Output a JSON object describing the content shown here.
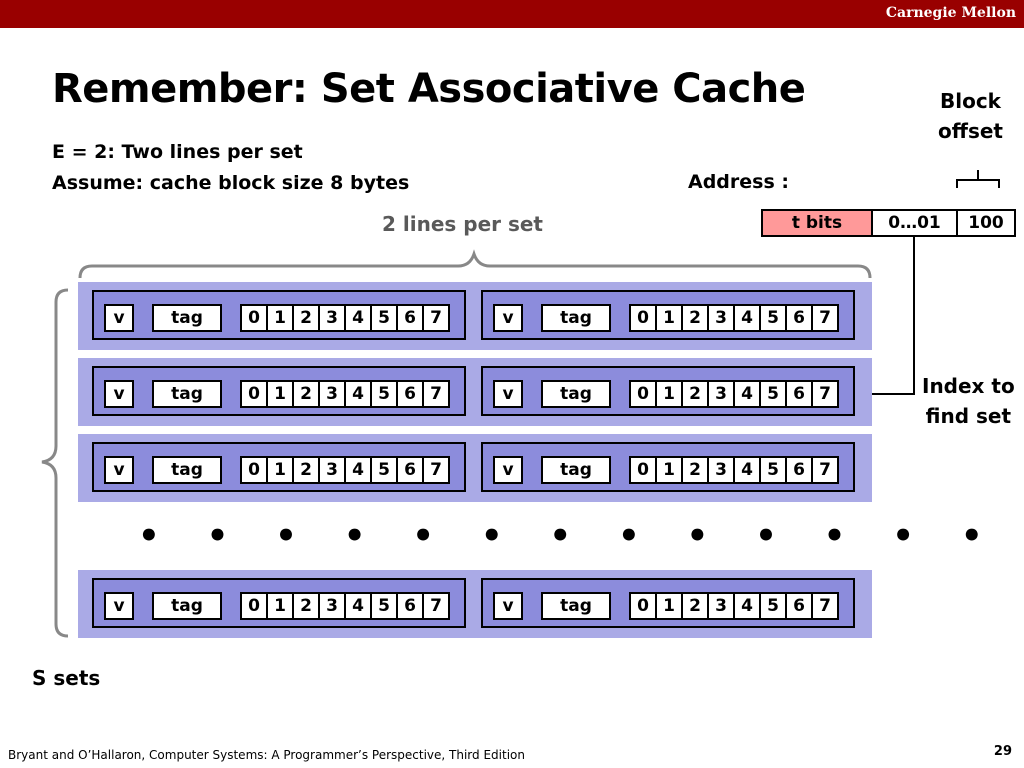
{
  "header": {
    "brand": "Carnegie Mellon"
  },
  "title": "Remember: Set Associative Cache",
  "subtitle": [
    "E = 2: Two lines per set",
    "Assume: cache block size 8 bytes"
  ],
  "lines_per_set_label": "2 lines per set",
  "address": {
    "label": "Address :",
    "fields": [
      "t bits",
      "0…01",
      "100"
    ],
    "tag_color": "#ff9999"
  },
  "block_offset_label": [
    "Block",
    "offset"
  ],
  "index_label": [
    "Index to",
    "find set"
  ],
  "sets_label": "S sets",
  "cache_line": {
    "valid": "v",
    "tag": "tag",
    "bytes": [
      "0",
      "1",
      "2",
      "3",
      "4",
      "5",
      "6",
      "7"
    ]
  },
  "ellipsis_dots": "• • • • • • • • • • • • • • • • • • • • •",
  "footer": "Bryant and O’Hallaron, Computer Systems: A Programmer’s Perspective, Third Edition",
  "page_number": "29",
  "colors": {
    "header_bar": "#990000",
    "set_bg": "#aaaae6",
    "line_bg": "#8c8cdc"
  }
}
